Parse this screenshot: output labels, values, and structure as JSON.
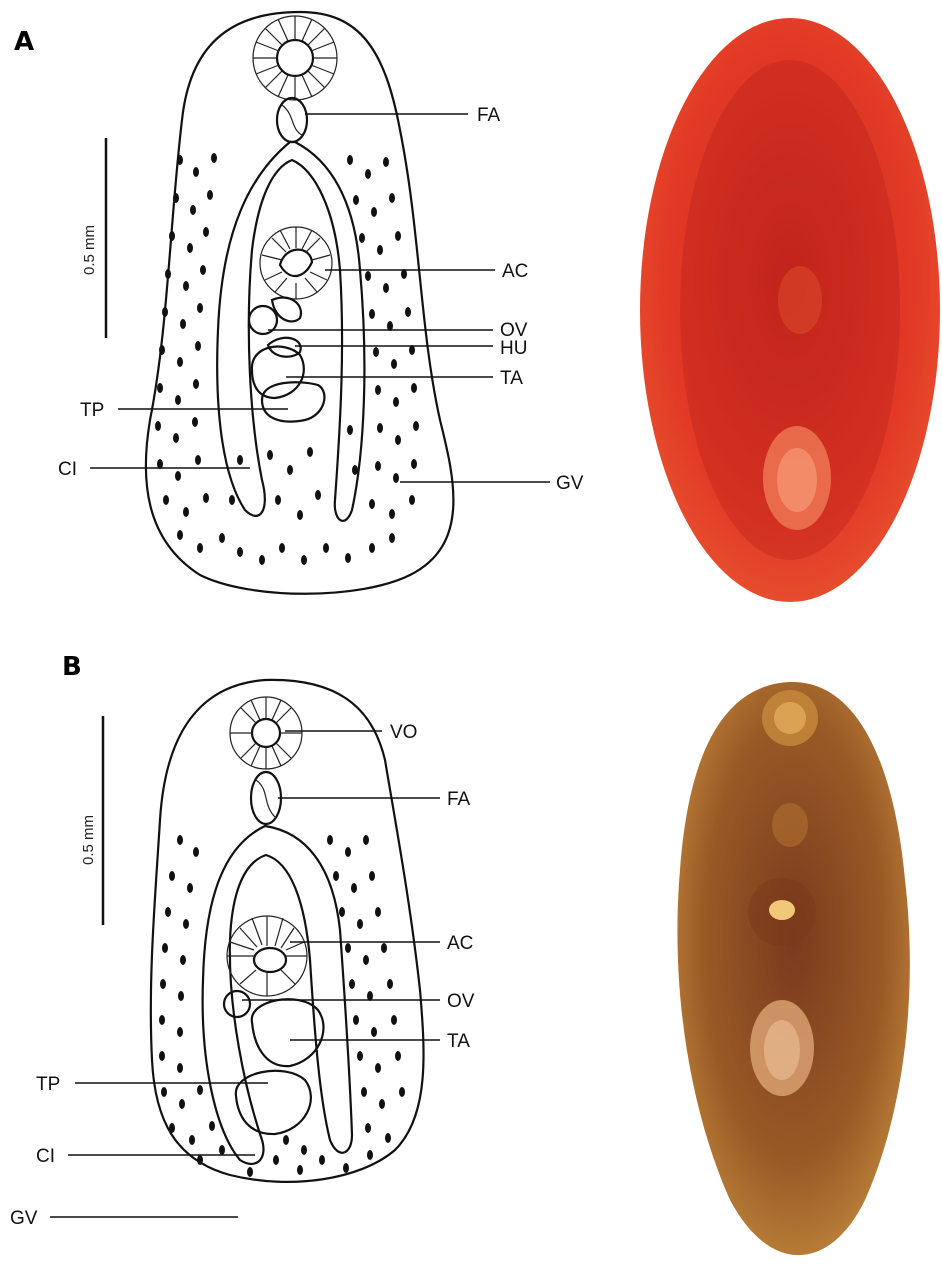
{
  "panels": [
    {
      "letter": "A",
      "scale_bar_label": "0.5 mm",
      "labels": [
        "FA",
        "AC",
        "OV",
        "HU",
        "TA",
        "TP",
        "CI",
        "GV"
      ],
      "photo_color": "#e23a26"
    },
    {
      "letter": "B",
      "scale_bar_label": "0.5 mm",
      "labels": [
        "VO",
        "FA",
        "AC",
        "OV",
        "TA",
        "TP",
        "CI",
        "GV"
      ],
      "photo_color": "#a8702c"
    }
  ]
}
